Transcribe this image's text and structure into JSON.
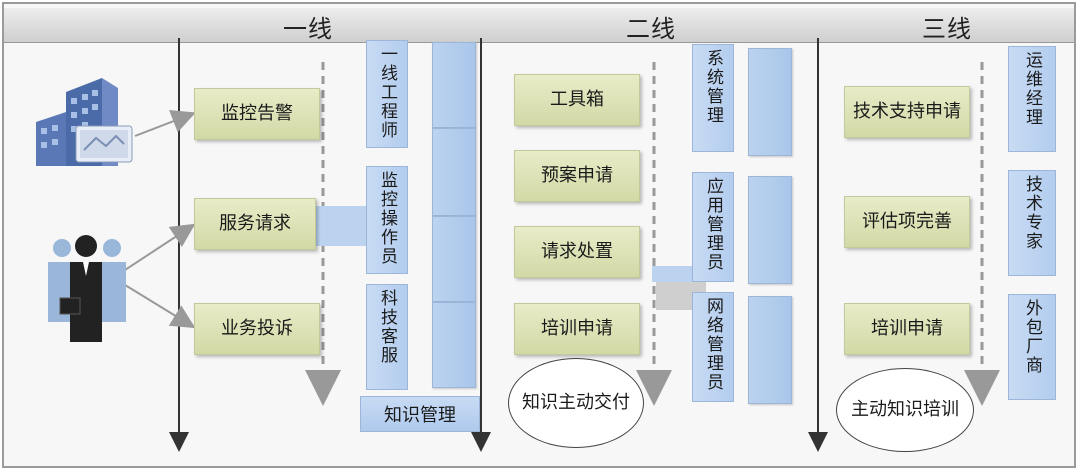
{
  "headers": {
    "line1": "一线",
    "line2": "二线",
    "line3": "三线"
  },
  "line1": {
    "items": [
      "监控告警",
      "服务请求",
      "业务投诉"
    ],
    "roles": [
      "一线工程师",
      "监控操作员",
      "科技客服"
    ],
    "knowledge": "知识管理"
  },
  "line2": {
    "items": [
      "工具箱",
      "预案申请",
      "请求处置",
      "培训申请"
    ],
    "roles": [
      "系统管理",
      "应用管理员",
      "网络管理员"
    ],
    "oval": "知识主动交付"
  },
  "line3": {
    "items": [
      "技术支持申请",
      "评估项完善",
      "培训申请"
    ],
    "roles": [
      "运维经理",
      "技术专家",
      "外包厂商"
    ],
    "oval": "主动知识培训"
  },
  "colors": {
    "green": "#d9dfb2",
    "blue": "#b3cdef",
    "header": "#d9d9d9"
  }
}
